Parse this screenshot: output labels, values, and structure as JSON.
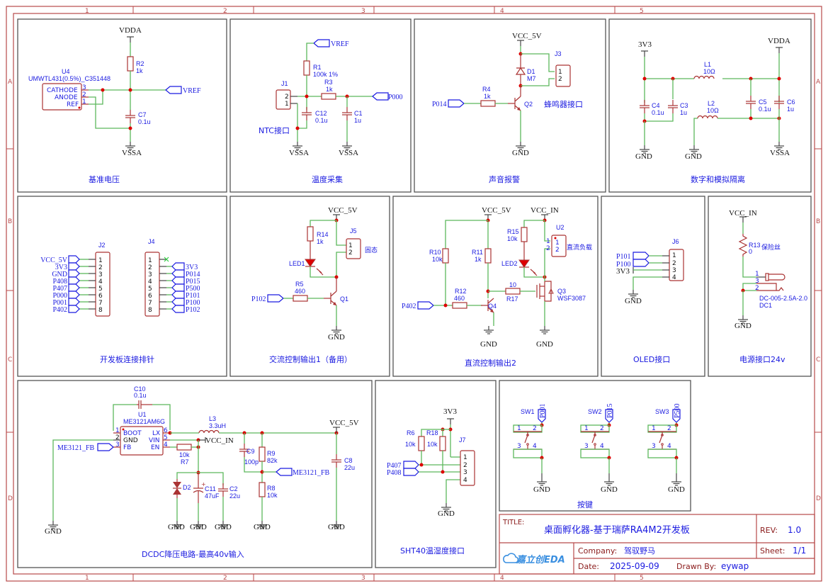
{
  "sheet": {
    "zones_columns": [
      "1",
      "2",
      "3",
      "4",
      "5"
    ],
    "zones_rows": [
      "A",
      "B",
      "C",
      "D"
    ]
  },
  "blocks": {
    "ref_voltage": {
      "title": "基准电压",
      "u4_ref": "U4",
      "u4_value": "UMWTL431(0.5%)_C351448",
      "u4_pins": [
        "CATHODE",
        "ANODE",
        "REF"
      ],
      "u4_pin_nums": [
        "3",
        "2",
        "1"
      ],
      "r2_ref": "R2",
      "r2_value": "1k",
      "c7_ref": "C7",
      "c7_value": "0.1u",
      "vdda": "VDDA",
      "vssa": "VSSA",
      "net_vref": "VREF"
    },
    "temp_sampling": {
      "title": "温度采集",
      "j1_ref": "J1",
      "j1_pins": [
        "2",
        "1"
      ],
      "ntc_label": "NTC接口",
      "r1_ref": "R1",
      "r1_value": "100k 1%",
      "r3_ref": "R3",
      "r3_value": "1k",
      "c12_ref": "C12",
      "c12_value": "0.1u",
      "c1_ref": "C1",
      "c1_value": "1u",
      "net_vref": "VREF",
      "net_p000": "P000",
      "vssa": "VSSA"
    },
    "buzzer": {
      "title": "声音报警",
      "vcc": "VCC_5V",
      "gnd": "GND",
      "j3_ref": "J3",
      "j3_pins": [
        "1",
        "2"
      ],
      "d1_ref": "D1",
      "d1_value": "M7",
      "r4_ref": "R4",
      "r4_value": "1k",
      "q2_ref": "Q2",
      "net_p014": "P014",
      "note": "蜂鸣器接口"
    },
    "isolation": {
      "title": "数字和模拟隔离",
      "v3v3": "3V3",
      "vdda": "VDDA",
      "gnd": "GND",
      "vssa": "VSSA",
      "l1_ref": "L1",
      "l1_value": "10Ω",
      "l2_ref": "L2",
      "l2_value": "10Ω",
      "c4_ref": "C4",
      "c4_value": "0.1u",
      "c3_ref": "C3",
      "c3_value": "1u",
      "c5_ref": "C5",
      "c5_value": "0.1u",
      "c6_ref": "C6",
      "c6_value": "1u"
    },
    "headers": {
      "title": "开发板连接排针",
      "j2_ref": "J2",
      "j2_nets": [
        "VCC_5V",
        "3V3",
        "GND",
        "P408",
        "P407",
        "P000",
        "P001",
        "P402"
      ],
      "j4_ref": "J4",
      "j4_nets": [
        "",
        "3V3",
        "P014",
        "P015",
        "P500",
        "P101",
        "P100",
        "P102"
      ],
      "pin_numbers": [
        "1",
        "2",
        "3",
        "4",
        "5",
        "6",
        "7",
        "8"
      ]
    },
    "ac_control": {
      "title": "交流控制输出1（备用）",
      "vcc": "VCC_5V",
      "gnd": "GND",
      "r14_ref": "R14",
      "r14_value": "1k",
      "led1_ref": "LED1",
      "r5_ref": "R5",
      "r5_value": "460",
      "q1_ref": "Q1",
      "j5_ref": "J5",
      "j5_pins": [
        "1",
        "2"
      ],
      "j5_note": "固态",
      "net_p102": "P102"
    },
    "dc_control": {
      "title": "直流控制输出2",
      "vcc5": "VCC_5V",
      "vccin": "VCC_IN",
      "gnd": "GND",
      "r10_ref": "R10",
      "r10_value": "10k",
      "r11_ref": "R11",
      "r11_value": "1k",
      "r12_ref": "R12",
      "r12_value": "460",
      "r15_ref": "R15",
      "r15_value": "10k",
      "r17_ref": "R17",
      "r17_value": "10",
      "led2_ref": "LED2",
      "q4_ref": "Q4",
      "q3_ref": "Q3",
      "q3_value": "WSF3087",
      "u2_ref": "U2",
      "u2_pins": [
        "1",
        "2"
      ],
      "u2_note": "直流负载",
      "net_p402": "P402"
    },
    "oled": {
      "title": "OLED接口",
      "j6_ref": "J6",
      "j6_pins": [
        "1",
        "2",
        "3",
        "4"
      ],
      "nets": [
        "P101",
        "P100",
        "3V3"
      ],
      "gnd": "GND"
    },
    "power_in": {
      "title": "电源接口24v",
      "vccin": "VCC_IN",
      "gnd": "GND",
      "r13_ref": "R13",
      "r13_value": "0",
      "r13_note": "保险丝",
      "dc1_ref": "DC1",
      "dc1_value": "DC-005-2.5A-2.0",
      "dc1_pins": [
        "1",
        "3",
        "2"
      ]
    },
    "dcdc": {
      "title": "DCDC降压电路-最高40v输入",
      "c10_ref": "C10",
      "c10_value": "0.1u",
      "u1_ref": "U1",
      "u1_value": "ME3121AM6G",
      "u1_left_pins": [
        "BOOT",
        "GND",
        "FB"
      ],
      "u1_left_nums": [
        "1",
        "2",
        "3"
      ],
      "u1_right_pins": [
        "LX",
        "VIN",
        "EN"
      ],
      "u1_right_nums": [
        "6",
        "5",
        "4"
      ],
      "l3_ref": "L3",
      "l3_value": "3.3uH",
      "vcc5": "VCC_5V",
      "vccin": "VCC_IN",
      "r7_ref": "R7",
      "r7_value": "10k",
      "d2_ref": "D2",
      "c11_ref": "C11",
      "c11_value": "47uF",
      "c2_ref": "C2",
      "c2_value": "22u",
      "c9_ref": "C9",
      "c9_value": "100p",
      "r9_ref": "R9",
      "r9_value": "82k",
      "r8_ref": "R8",
      "r8_value": "10k",
      "c8_ref": "C8",
      "c8_value": "22u",
      "net_fb": "ME3121_FB",
      "gnd": "GND"
    },
    "sht40": {
      "title": "SHT40温湿度接口",
      "v3v3": "3V3",
      "gnd": "GND",
      "r6_ref": "R6",
      "r6_value": "10k",
      "r18_ref": "R18",
      "r18_value": "10k",
      "j7_ref": "J7",
      "j7_pins": [
        "1",
        "2",
        "3",
        "4"
      ],
      "nets": [
        "P407",
        "P408"
      ]
    },
    "keys": {
      "title": "按键",
      "switches": [
        {
          "ref": "SW1",
          "net": "P001"
        },
        {
          "ref": "SW2",
          "net": "P015"
        },
        {
          "ref": "SW3",
          "net": "P500"
        }
      ],
      "pins": [
        "1",
        "2",
        "3",
        "4"
      ],
      "gnd": "GND"
    }
  },
  "title_block": {
    "title_label": "TITLE:",
    "title": "桌面孵化器-基于瑞萨RA4M2开发板",
    "rev_label": "REV:",
    "rev": "1.0",
    "company_label": "Company:",
    "company": "驾驭野马",
    "sheet_label": "Sheet:",
    "sheet": "1/1",
    "date_label": "Date:",
    "date": "2025-09-09",
    "drawn_label": "Drawn By:",
    "drawn_by": "eywap",
    "logo": "嘉立创EDA"
  }
}
